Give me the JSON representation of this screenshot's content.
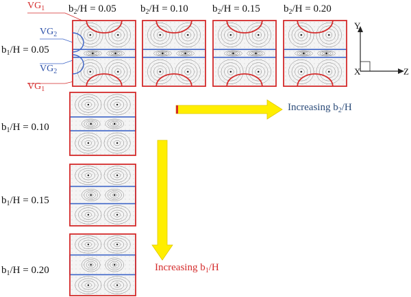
{
  "colors": {
    "vg1": "#d42a2a",
    "vg2": "#3b63c7",
    "arrow": "#ffee00",
    "streamline": "#555555"
  },
  "column_labels": [
    {
      "var": "b",
      "sub": "2",
      "rest": "/H = 0.05"
    },
    {
      "var": "b",
      "sub": "2",
      "rest": "/H = 0.10"
    },
    {
      "var": "b",
      "sub": "2",
      "rest": "/H = 0.15"
    },
    {
      "var": "b",
      "sub": "2",
      "rest": "/H = 0.20"
    }
  ],
  "row_labels": [
    {
      "var": "b",
      "sub": "1",
      "rest": "/H = 0.05"
    },
    {
      "var": "b",
      "sub": "1",
      "rest": "/H = 0.10"
    },
    {
      "var": "b",
      "sub": "1",
      "rest": "/H = 0.15"
    },
    {
      "var": "b",
      "sub": "1",
      "rest": "/H = 0.20"
    }
  ],
  "vg_labels": {
    "vg1": {
      "base": "VG",
      "sub": "1"
    },
    "vg2": {
      "base": "VG",
      "sub": "2"
    }
  },
  "axes": {
    "y": "Y",
    "x": "X",
    "z": "Z"
  },
  "arrows": {
    "horizontal": {
      "text": "Increasing b",
      "sub": "2",
      "rest": "/H"
    },
    "vertical": {
      "text": "Increasing b",
      "sub": "1",
      "rest": "/H"
    }
  }
}
